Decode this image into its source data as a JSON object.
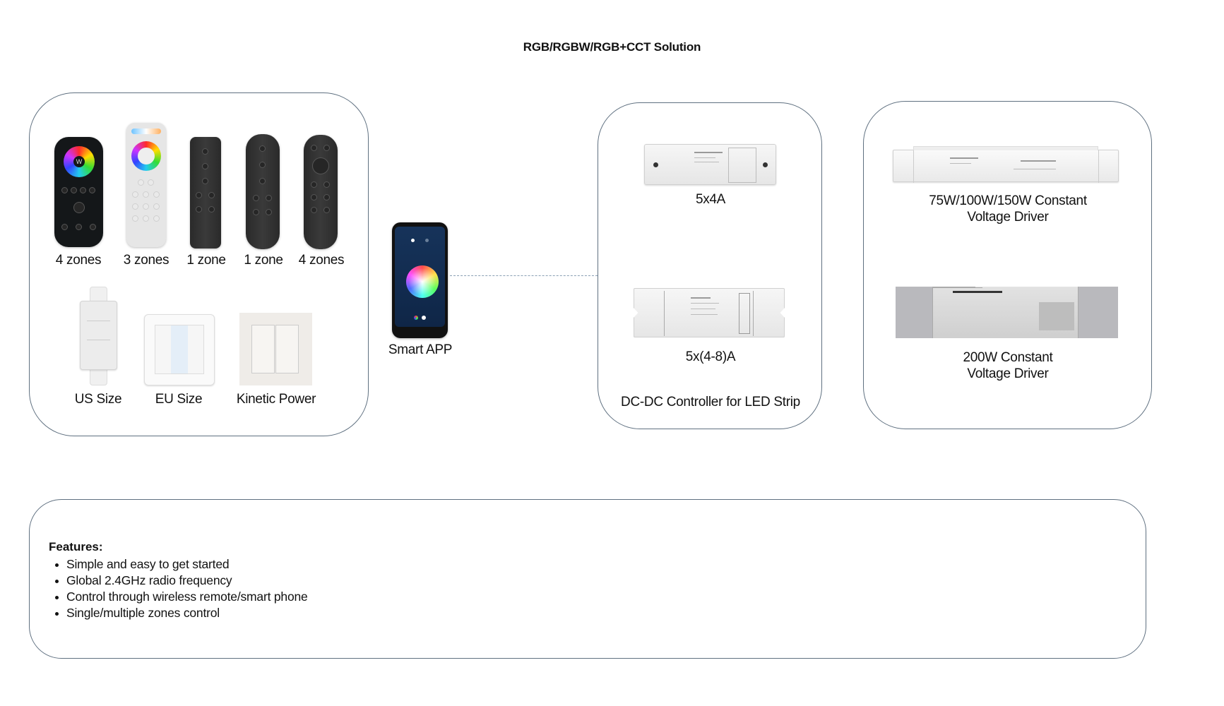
{
  "title": "RGB/RGBW/RGB+CCT Solution",
  "remotes": {
    "items": [
      {
        "label": "4 zones",
        "icon": "remote-control-rgb-wheel-black"
      },
      {
        "label": "3 zones",
        "icon": "remote-control-rgb-wheel-white"
      },
      {
        "label": "1 zone",
        "icon": "remote-control-slim-dark"
      },
      {
        "label": "1 zone",
        "icon": "remote-control-oval-dark"
      },
      {
        "label": "4 zones",
        "icon": "remote-control-dpad-dark"
      }
    ],
    "wall_panels": [
      {
        "label": "US Size",
        "icon": "wall-panel-us"
      },
      {
        "label": "EU Size",
        "icon": "wall-panel-eu"
      },
      {
        "label": "Kinetic Power",
        "icon": "kinetic-switch"
      }
    ]
  },
  "app": {
    "label": "Smart APP",
    "icon": "smartphone-color-wheel"
  },
  "controllers": {
    "items": [
      {
        "label": "5x4A",
        "icon": "led-controller-small"
      },
      {
        "label": "5x(4-8)A",
        "icon": "led-controller-large"
      }
    ],
    "caption": "DC-DC Controller for LED Strip"
  },
  "drivers": {
    "items": [
      {
        "label_line1": "75W/100W/150W Constant",
        "label_line2": "Voltage Driver",
        "icon": "led-driver-slim"
      },
      {
        "label_line1": "200W Constant",
        "label_line2": "Voltage Driver",
        "icon": "led-driver-200w"
      }
    ]
  },
  "features": {
    "title": "Features:",
    "items": [
      "Simple and easy to get started",
      "Global 2.4GHz radio frequency",
      "Control through wireless remote/smart phone",
      "Single/multiple zones control"
    ]
  },
  "colors": {
    "border": "#5f7080",
    "connector": "#8aa0b4",
    "text": "#111111"
  }
}
